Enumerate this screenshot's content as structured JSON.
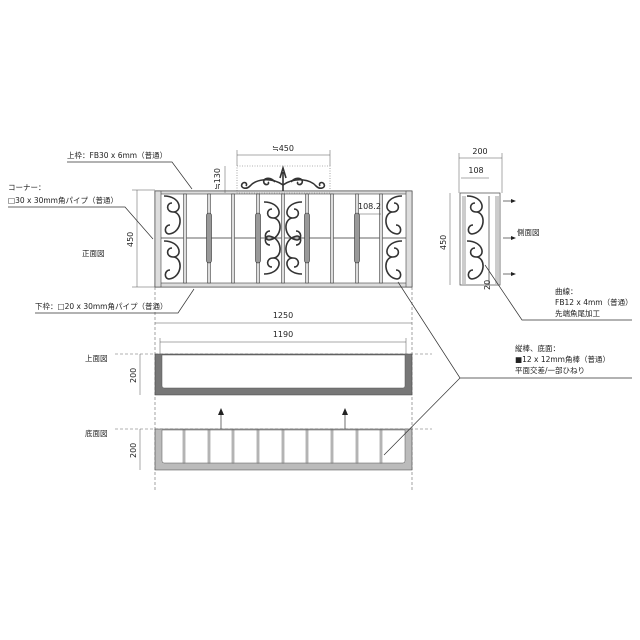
{
  "labels": {
    "top_rail": "上枠：FB30 x 6mm（普通）",
    "corner_title": "コーナー：",
    "corner_spec": "□30 x 30mm角パイプ（普通）",
    "front_view": "正面図",
    "bottom_rail": "下枠：□20 x 30mm角パイプ（普通）",
    "side_view": "側面図",
    "top_view": "上面図",
    "bottom_view": "底面図",
    "curve_title": "曲線：",
    "curve_spec": "FB12 x 4mm（普通）",
    "curve_note": "先端魚尾加工",
    "bars_title": "縦棒、底面：",
    "bars_spec": "■12 x 12mm角棒（普通）",
    "bars_note": "平面交差/一部ひねり"
  },
  "dimensions": {
    "ornament_width": "≒450",
    "ornament_height": "≒130",
    "cell_width": "108.2",
    "front_height": "450",
    "side_width": "200",
    "side_inner": "108",
    "side_height": "450",
    "side_bottom": "20",
    "overall_length": "1250",
    "inner_length": "1190",
    "top_depth": "200",
    "bottom_depth": "200"
  }
}
